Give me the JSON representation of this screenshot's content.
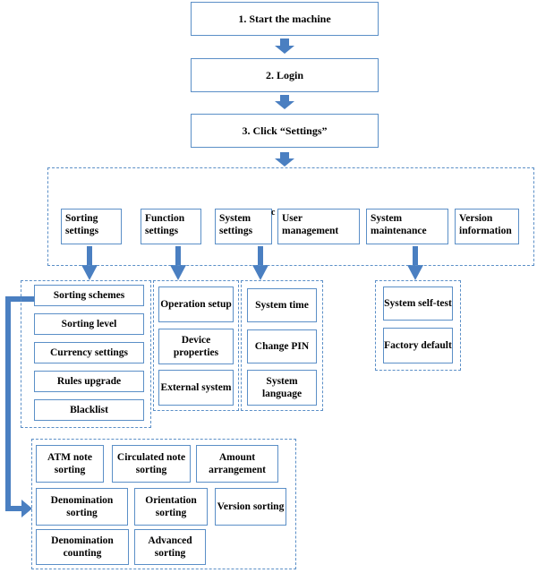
{
  "colors": {
    "box_border": "#5b8fc7",
    "arrow": "#4a7fc1"
  },
  "steps": [
    {
      "label": "1. Start the machine"
    },
    {
      "label": "2. Login"
    },
    {
      "label": "3. Click “Settings”"
    }
  ],
  "settings_menu": [
    {
      "label": "Sorting settings"
    },
    {
      "label": "Function settings"
    },
    {
      "label": "System settings"
    },
    {
      "label": "User management"
    },
    {
      "label": "System maintenance"
    },
    {
      "label": "Version information"
    }
  ],
  "stray_mark": "c",
  "sorting_settings_items": [
    {
      "label": "Sorting schemes"
    },
    {
      "label": "Sorting level"
    },
    {
      "label": "Currency settings"
    },
    {
      "label": "Rules upgrade"
    },
    {
      "label": "Blacklist"
    }
  ],
  "function_settings_items": [
    {
      "label": "Operation setup"
    },
    {
      "label": "Device properties"
    },
    {
      "label": "External system"
    }
  ],
  "system_settings_items": [
    {
      "label": "System time"
    },
    {
      "label": "Change PIN"
    },
    {
      "label": "System language"
    }
  ],
  "system_maintenance_items": [
    {
      "label": "System self-test"
    },
    {
      "label": "Factory default"
    }
  ],
  "sorting_schemes_items": [
    {
      "label": "ATM note sorting"
    },
    {
      "label": "Circulated note sorting"
    },
    {
      "label": "Amount arrangement"
    },
    {
      "label": "Denomination sorting"
    },
    {
      "label": "Orientation sorting"
    },
    {
      "label": "Version sorting"
    },
    {
      "label": "Denomination counting"
    },
    {
      "label": "Advanced sorting"
    }
  ]
}
